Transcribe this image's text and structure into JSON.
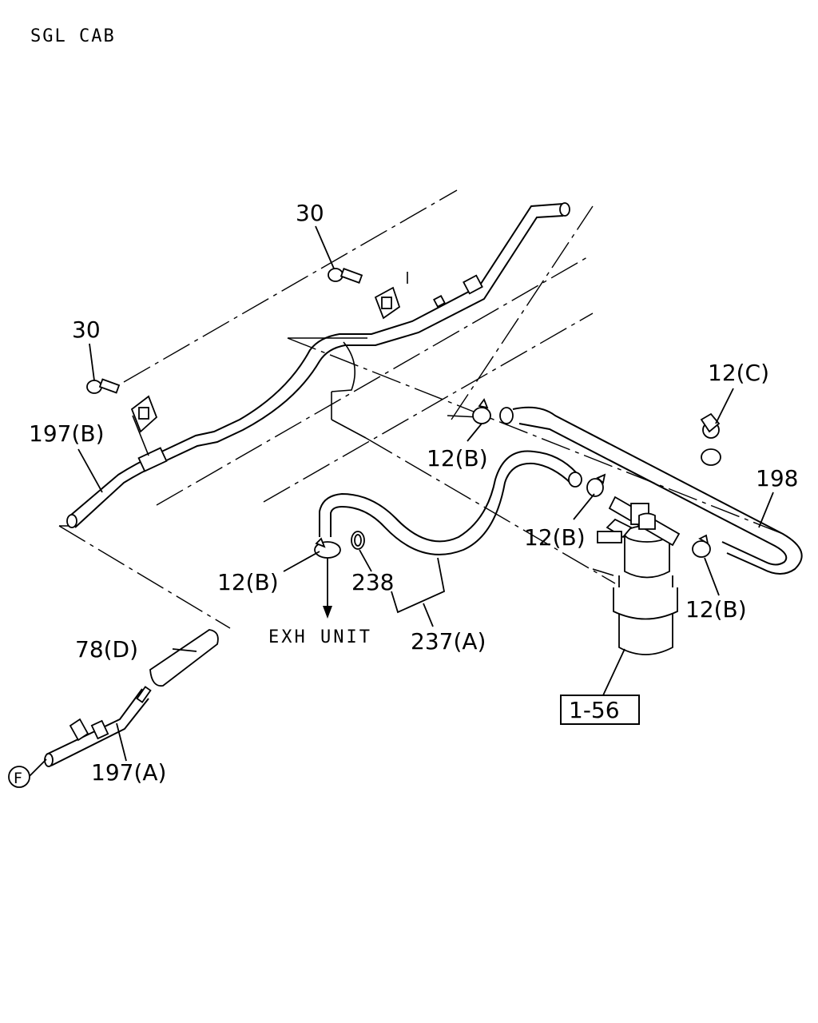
{
  "header": {
    "title": "SGL CAB"
  },
  "callouts": {
    "bolt_30_top": "30",
    "bolt_30_left": "30",
    "pipe_197b": "197(B)",
    "clamp_12b_upper": "12(B)",
    "clamp_12c": "12(C)",
    "hose_198": "198",
    "clamp_12b_mid": "12(B)",
    "clamp_12b_right": "12(B)",
    "clamp_12b_left": "12(B)",
    "part_238": "238",
    "hose_237a": "237(A)",
    "hose_78d": "78(D)",
    "pipe_197a": "197(A)",
    "ref_box": "1-56",
    "front_marker": "F"
  },
  "notes": {
    "exh_unit": "EXH UNIT"
  }
}
